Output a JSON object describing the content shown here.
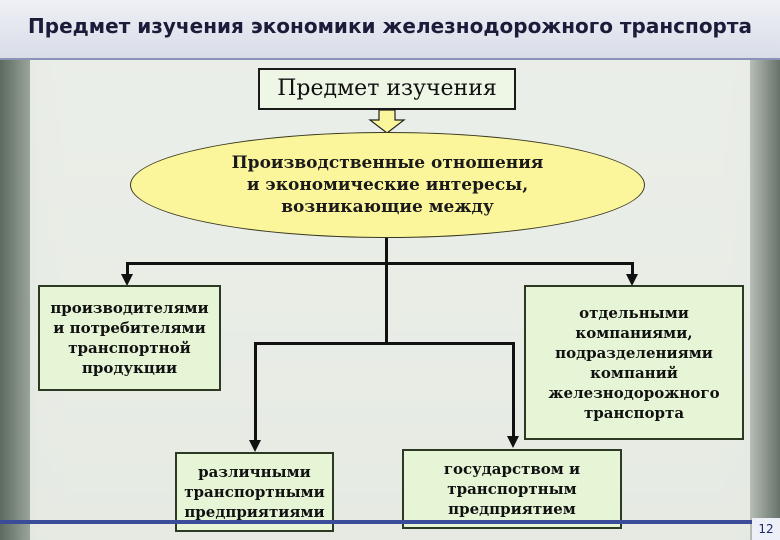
{
  "header": {
    "title": "Предмет изучения экономики железнодорожного транспорта"
  },
  "diagram": {
    "top_label": "Предмет изучения",
    "ellipse_lines": [
      "Производственные отношения",
      "и экономические интересы,",
      "возникающие между"
    ],
    "left_box_lines": [
      "производителями",
      "и потребителями",
      "транспортной",
      "продукции"
    ],
    "right_box_lines": [
      "отдельными",
      "компаниями,",
      "подразделениями",
      "компаний",
      "железнодорожного",
      "транспорта"
    ],
    "mid1_box_lines": [
      "различными",
      "транспортными",
      "предприятиями"
    ],
    "mid2_box_lines": [
      "государством и",
      "транспортным",
      "предприятием"
    ],
    "colors": {
      "ellipse_fill": "#fbf59c",
      "box_fill": "#e6f5d6",
      "arrow_fill": "#fbf59c"
    }
  },
  "footer": {
    "page_number": "12"
  }
}
